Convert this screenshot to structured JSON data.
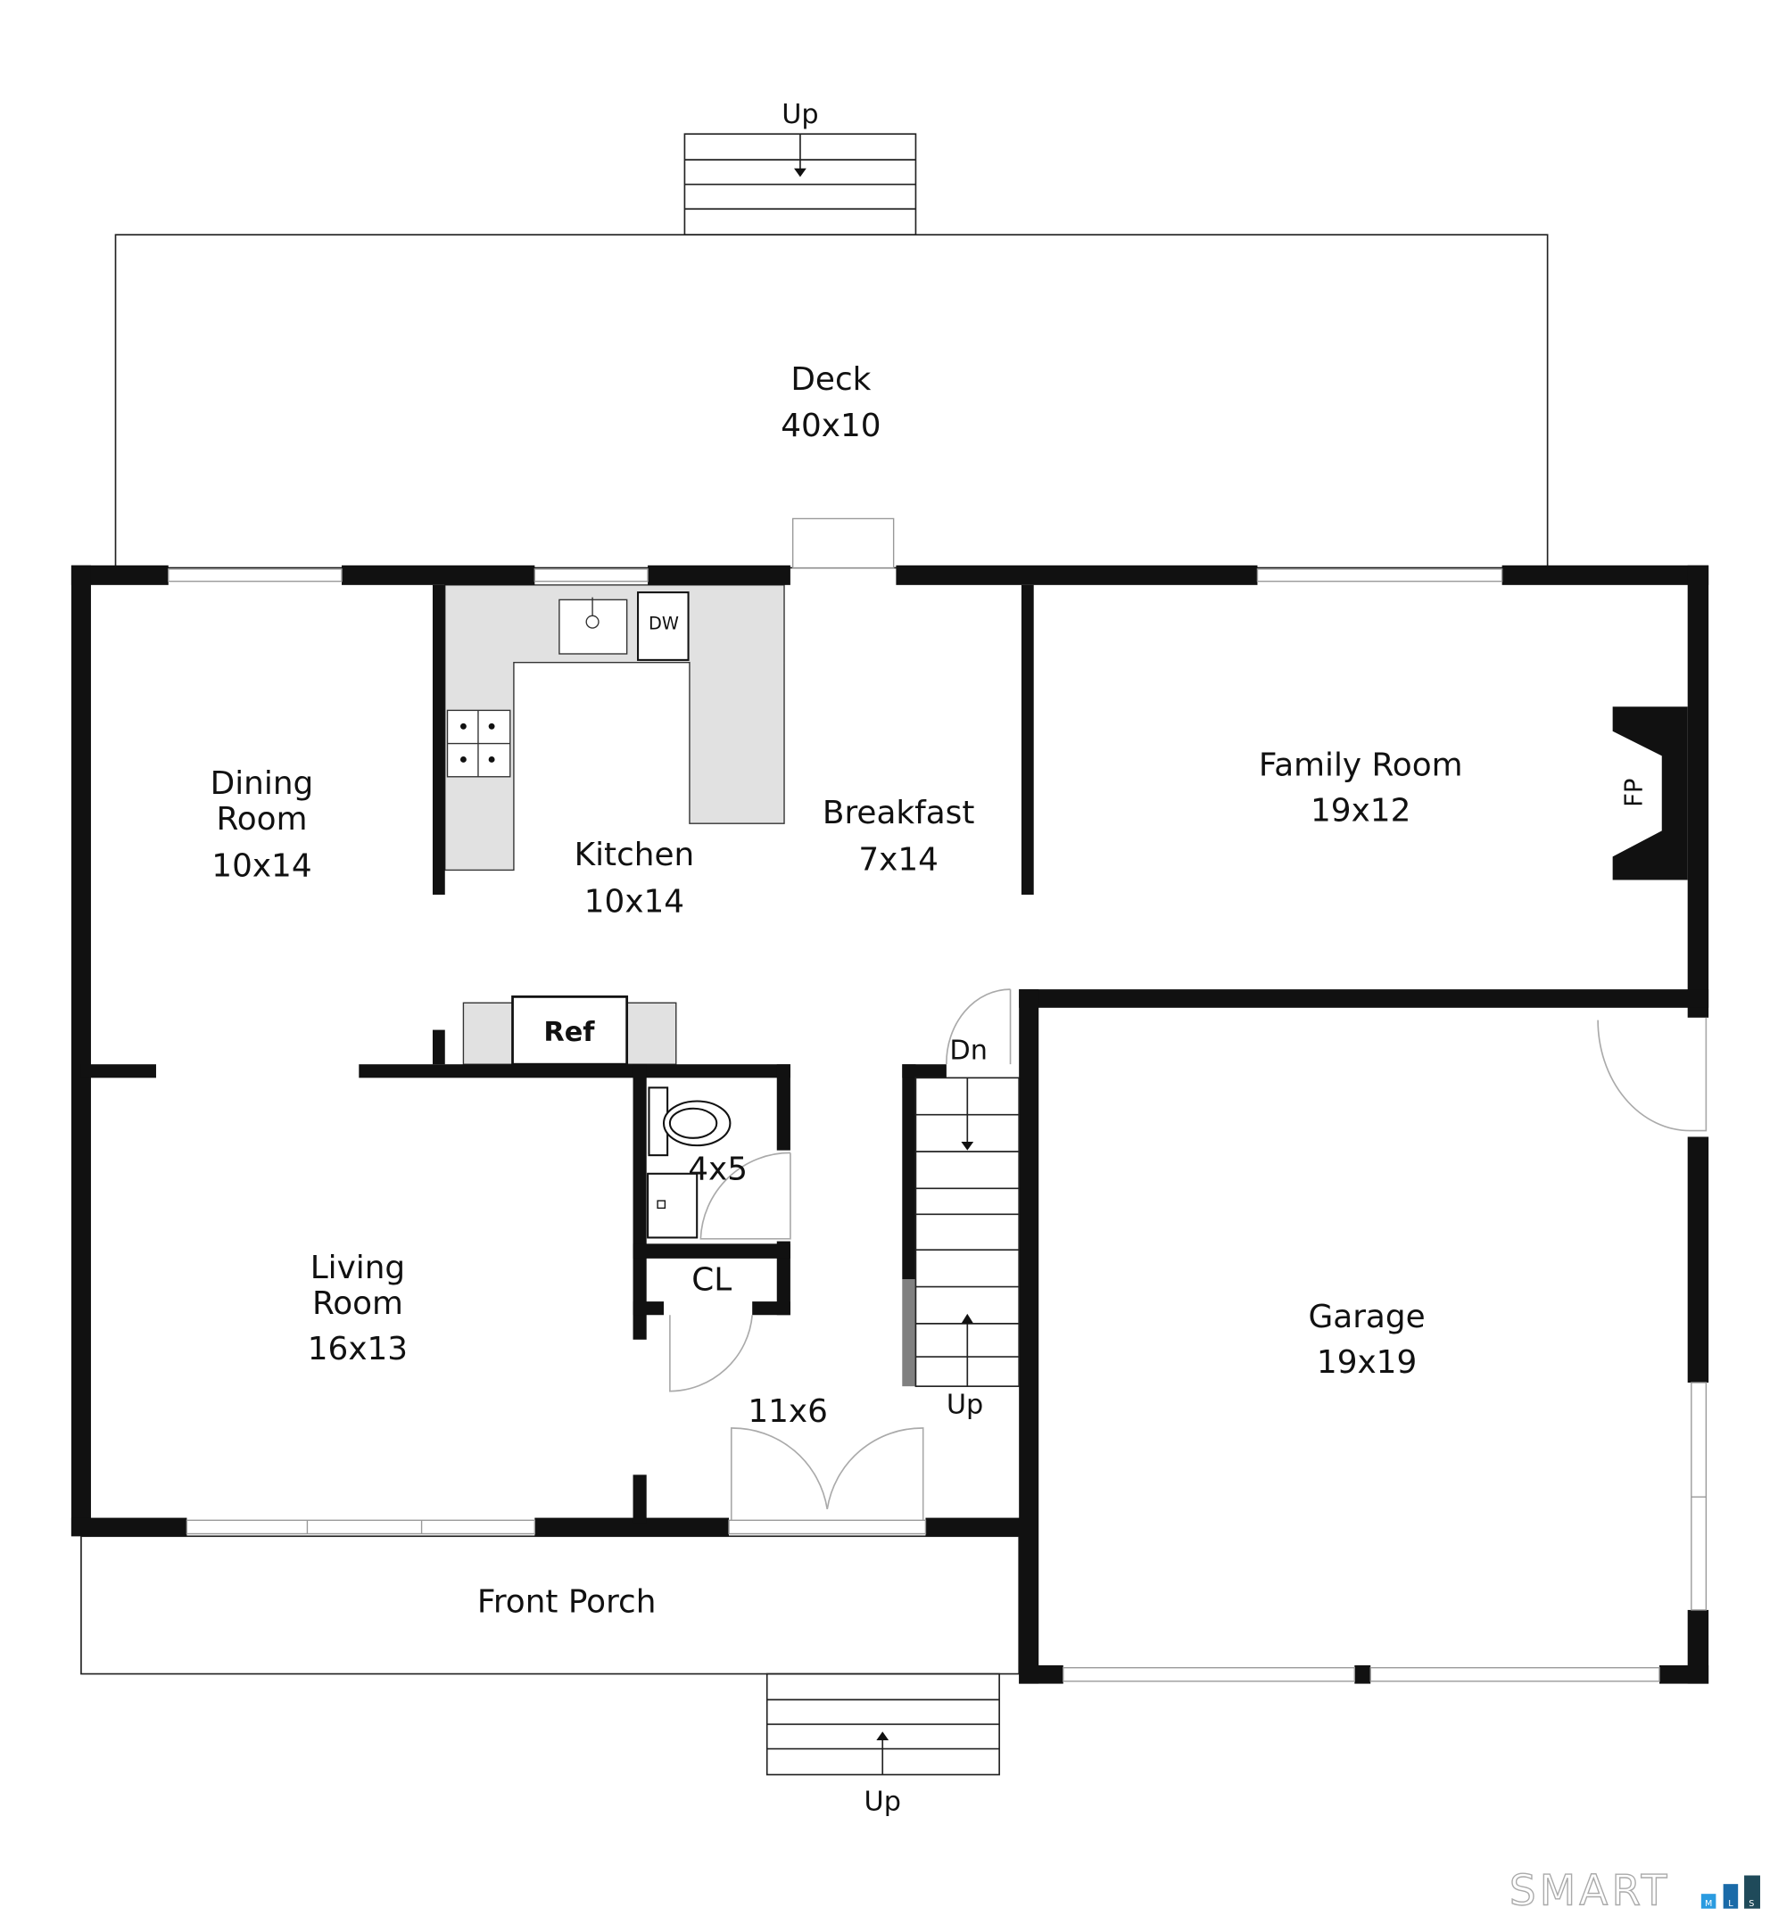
{
  "rooms": {
    "deck": {
      "name": "Deck",
      "size": "40x10"
    },
    "dining": {
      "name1": "Dining",
      "name2": "Room",
      "size": "10x14"
    },
    "kitchen": {
      "name": "Kitchen",
      "size": "10x14"
    },
    "breakfast": {
      "name": "Breakfast",
      "size": "7x14"
    },
    "family": {
      "name": "Family Room",
      "size": "19x12"
    },
    "living": {
      "name1": "Living",
      "name2": "Room",
      "size": "16x13"
    },
    "bath": {
      "size": "4x5"
    },
    "closet": {
      "name": "CL"
    },
    "foyer": {
      "size": "11x6"
    },
    "garage": {
      "name": "Garage",
      "size": "19x19"
    },
    "porch": {
      "name": "Front Porch"
    }
  },
  "fixtures": {
    "dishwasher": "DW",
    "refrigerator": "Ref",
    "fireplace": "FP"
  },
  "stairs": {
    "deck_up": "Up",
    "interior_down": "Dn",
    "interior_up": "Up",
    "front_up": "Up"
  },
  "logo": {
    "text": "SMART",
    "badge": [
      "M",
      "L",
      "S"
    ],
    "colors": [
      "#2a9be0",
      "#1a6aa8",
      "#1f4a5a"
    ]
  }
}
